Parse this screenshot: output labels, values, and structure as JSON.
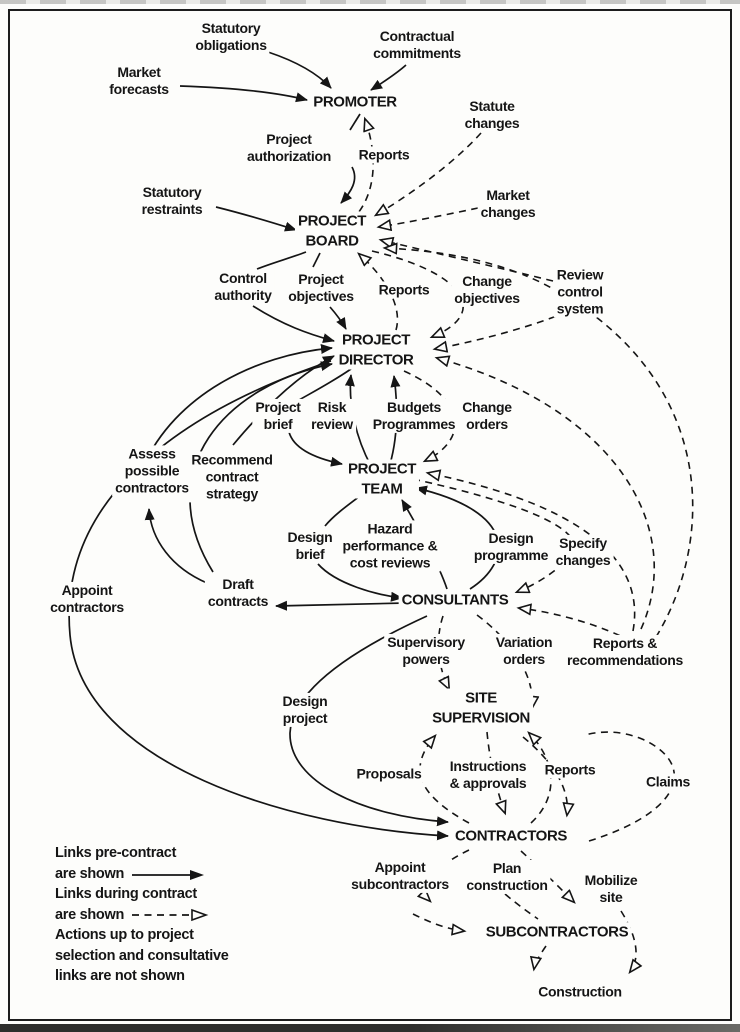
{
  "colors": {
    "ink": "#151515",
    "paper": "#fdfdfb"
  },
  "nodes": {
    "promoter": {
      "label": "PROMOTER"
    },
    "project_board": {
      "label": "PROJECT\nBOARD"
    },
    "project_director": {
      "label": "PROJECT\nDIRECTOR"
    },
    "project_team": {
      "label": "PROJECT\nTEAM"
    },
    "consultants": {
      "label": "CONSULTANTS"
    },
    "site_supervision": {
      "label": "SITE\nSUPERVISION"
    },
    "contractors": {
      "label": "CONTRACTORS"
    },
    "subcontractors": {
      "label": "SUBCONTRACTORS"
    },
    "construction": {
      "label": "Construction"
    }
  },
  "links": {
    "statutory_obligations": {
      "label": "Statutory\nobligations"
    },
    "contractual_commitments": {
      "label": "Contractual\ncommitments"
    },
    "market_forecasts": {
      "label": "Market\nforecasts"
    },
    "project_authorization": {
      "label": "Project\nauthorization"
    },
    "reports_to_promoter": {
      "label": "Reports"
    },
    "statute_changes": {
      "label": "Statute\nchanges"
    },
    "statutory_restraints": {
      "label": "Statutory\nrestraints"
    },
    "market_changes": {
      "label": "Market\nchanges"
    },
    "control_authority": {
      "label": "Control\nauthority"
    },
    "project_objectives": {
      "label": "Project\nobjectives"
    },
    "reports_to_board": {
      "label": "Reports"
    },
    "change_objectives": {
      "label": "Change\nobjectives"
    },
    "review_control_system": {
      "label": "Review\ncontrol\nsystem"
    },
    "project_brief": {
      "label": "Project\nbrief"
    },
    "risk_review": {
      "label": "Risk\nreview"
    },
    "budgets_programmes": {
      "label": "Budgets\nProgrammes"
    },
    "change_orders": {
      "label": "Change\norders"
    },
    "assess_possible_contractors": {
      "label": "Assess\npossible\ncontractors"
    },
    "recommend_contract_strategy": {
      "label": "Recommend\ncontract\nstrategy"
    },
    "design_brief": {
      "label": "Design\nbrief"
    },
    "hazard_reviews": {
      "label": "Hazard\nperformance &\ncost reviews"
    },
    "design_programme": {
      "label": "Design\nprogramme"
    },
    "specify_changes": {
      "label": "Specify\nchanges"
    },
    "draft_contracts": {
      "label": "Draft\ncontracts"
    },
    "appoint_contractors": {
      "label": "Appoint\ncontractors"
    },
    "supervisory_powers": {
      "label": "Supervisory\npowers"
    },
    "variation_orders": {
      "label": "Variation\norders"
    },
    "reports_recommendations": {
      "label": "Reports &\nrecommendations"
    },
    "design_project": {
      "label": "Design\nproject"
    },
    "proposals": {
      "label": "Proposals"
    },
    "instructions_approvals": {
      "label": "Instructions\n& approvals"
    },
    "reports_to_supervision": {
      "label": "Reports"
    },
    "claims": {
      "label": "Claims"
    },
    "appoint_subcontractors": {
      "label": "Appoint\nsubcontractors"
    },
    "plan_construction": {
      "label": "Plan\nconstruction"
    },
    "mobilize_site": {
      "label": "Mobilize\nsite"
    }
  },
  "legend": {
    "l1": "Links pre-contract",
    "l2": "are shown",
    "l3": "Links during contract",
    "l4": "are shown",
    "l5": "Actions up to project",
    "l6": "selection and consultative",
    "l7": "links are not shown"
  }
}
